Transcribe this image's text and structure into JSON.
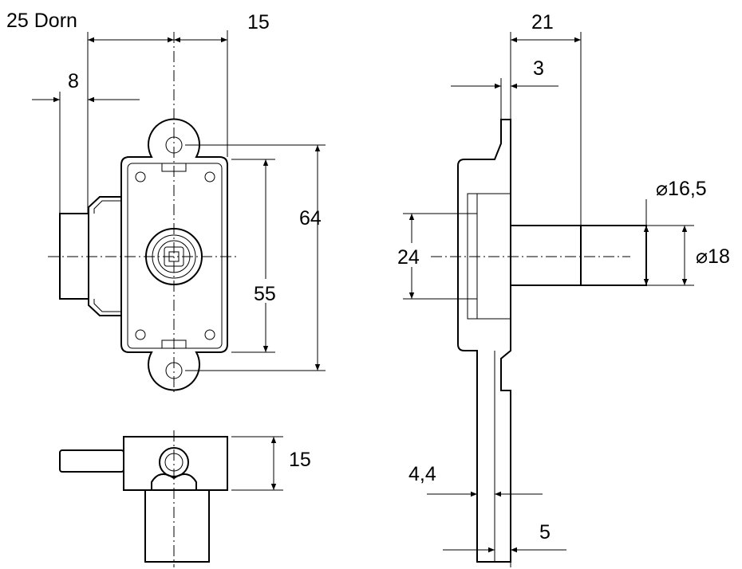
{
  "drawing": {
    "front_view": {
      "dim_dorn": "25 Dorn",
      "dim_top_right": "15",
      "dim_bolt": "8",
      "dim_height_total": "64",
      "dim_height_plate": "55"
    },
    "bottom_view": {
      "dim_depth": "15"
    },
    "side_view": {
      "dim_total_depth": "21",
      "dim_plate": "3",
      "dim_inner_diameter": "⌀16,5",
      "dim_height": "24",
      "dim_outer_diameter": "⌀18",
      "dim_flange": "4,4",
      "dim_flange2": "5"
    }
  }
}
